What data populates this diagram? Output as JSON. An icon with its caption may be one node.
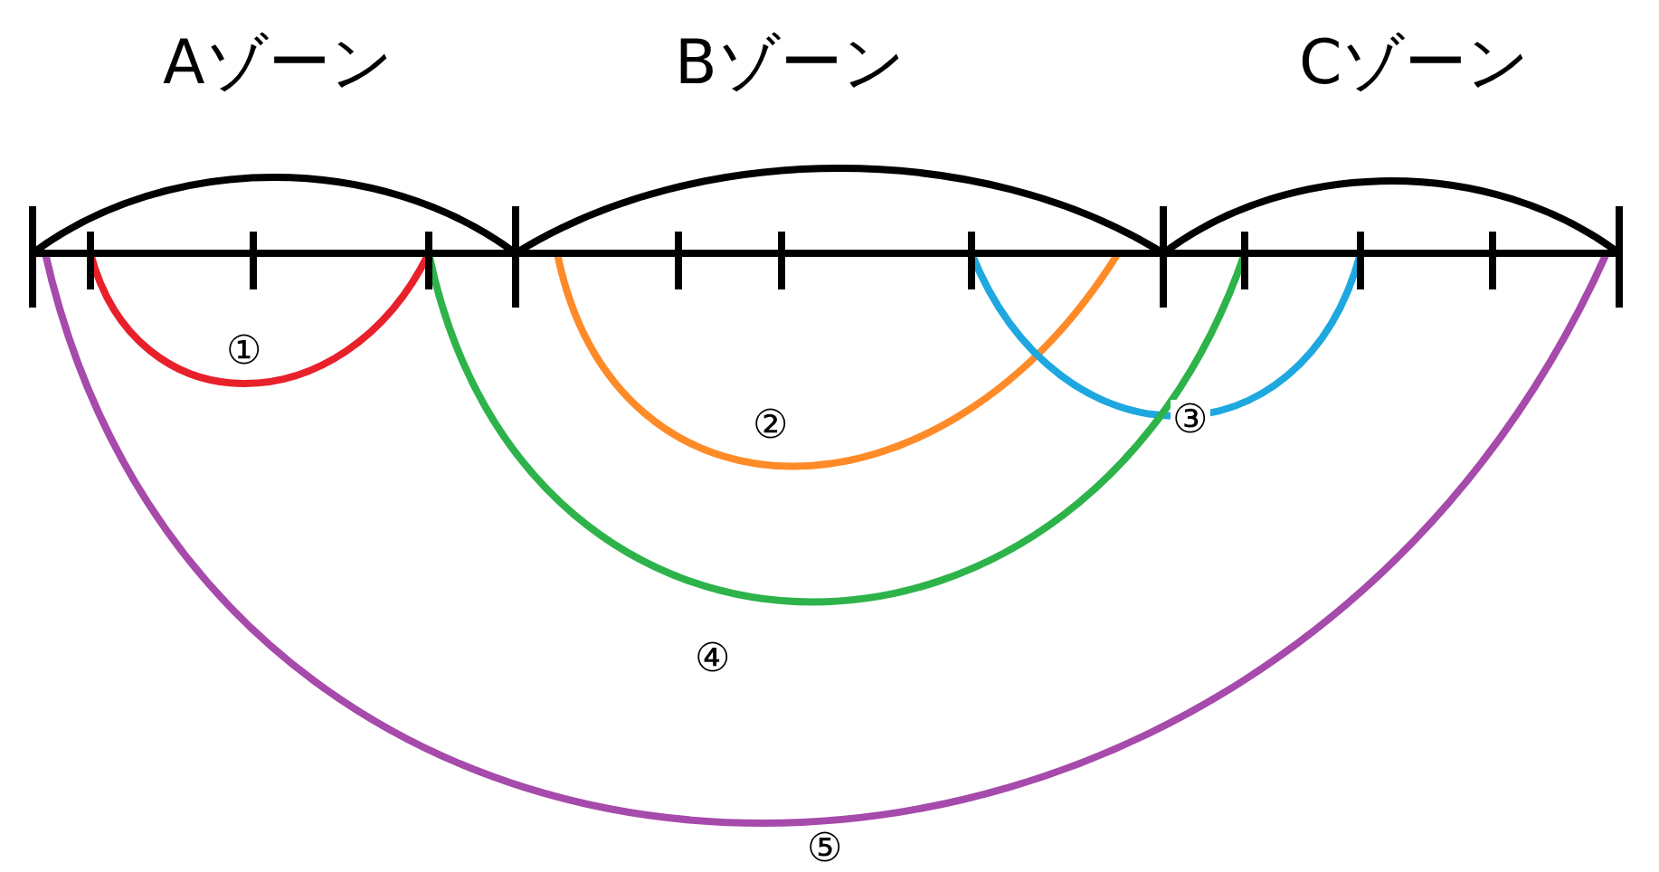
{
  "diagram": {
    "nodes": [
      {
        "text": [
          "Aゾーン"
        ]
      },
      {
        "text": [
          "Bゾーン"
        ]
      },
      {
        "text": [
          "Cゾーン"
        ]
      }
    ],
    "edges": [
      {
        "from": 0,
        "to": 0,
        "arrow": "none",
        "label": "①",
        "color": "#e8202a"
      },
      {
        "from": 1,
        "to": 1,
        "arrow": "none",
        "label": "②",
        "color": "#ff8a28"
      },
      {
        "from": 1,
        "to": 2,
        "arrow": "none",
        "label": "③",
        "color": "#1fa8e0"
      },
      {
        "from": 0,
        "to": 2,
        "arrow": "none",
        "label": "④",
        "color": "#2db34a"
      },
      {
        "from": 0,
        "to": 2,
        "arrow": "none",
        "label": "⑤",
        "color": "#a64aab"
      }
    ]
  }
}
